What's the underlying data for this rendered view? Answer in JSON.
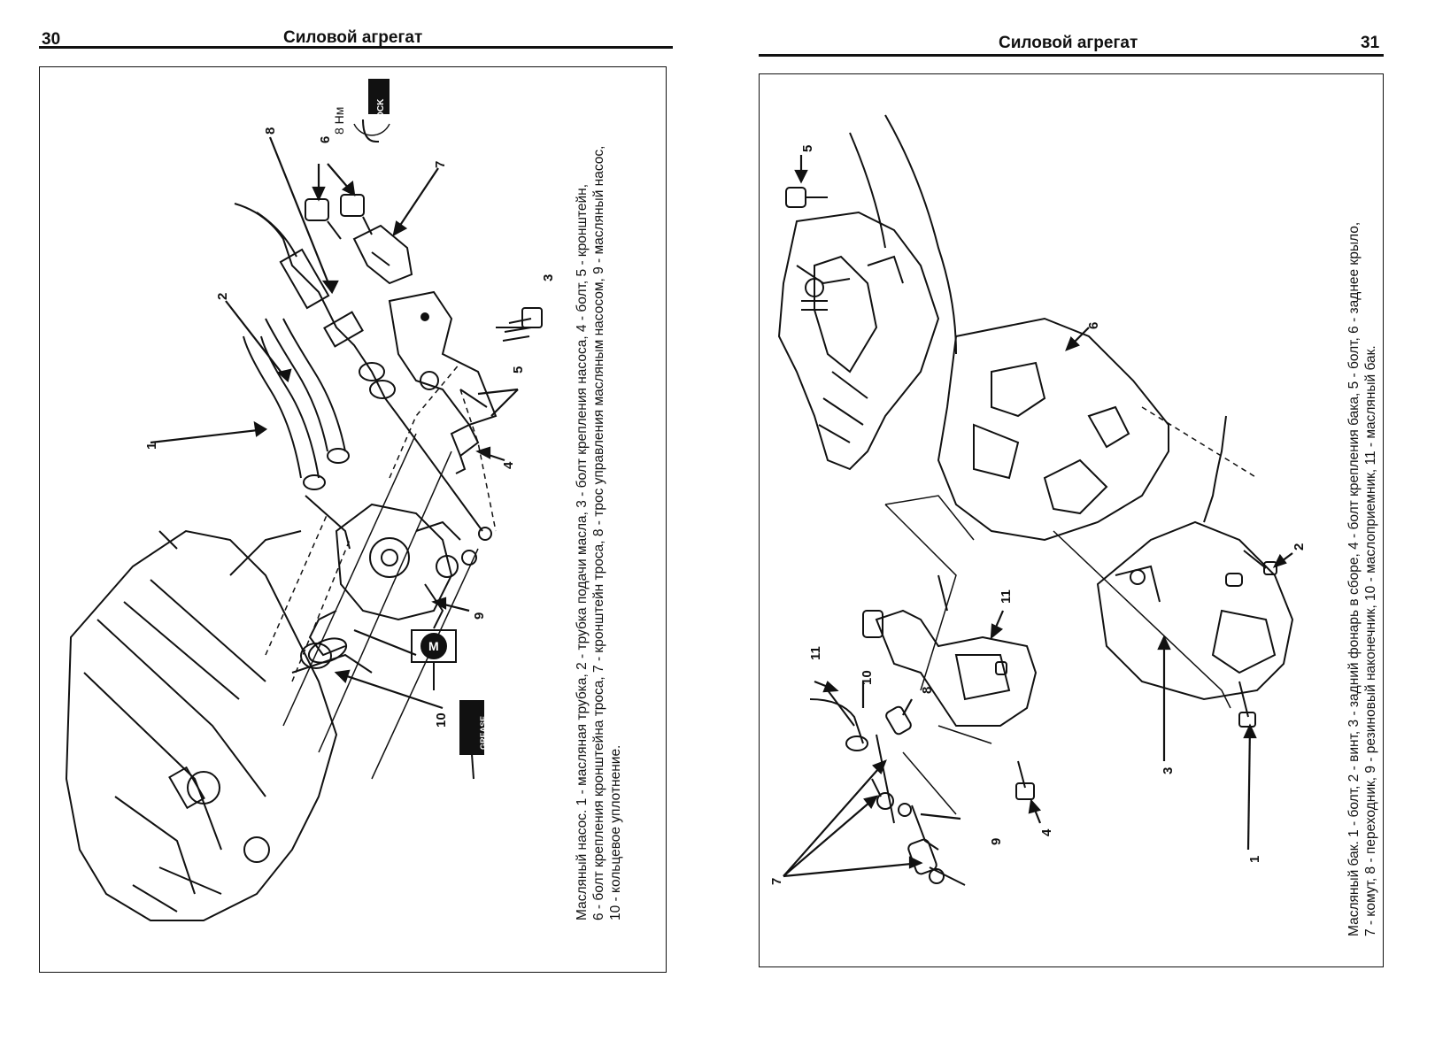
{
  "left_page": {
    "number": "30",
    "header": "Силовой агрегат",
    "caption_lines": [
      "Масляный насос. 1 - масляная трубка, 2 - трубка подачи масла, 3 - болт крепления насоса, 4 - болт, 5 - кронштейн,",
      "6 - болт крепления кронштейна троса, 7 - кронштейн троса, 8 - трос управления масляным насосом, 9 - масляный насос,",
      "10 - кольцевое уплотнение."
    ],
    "callouts": [
      "1",
      "2",
      "3",
      "4",
      "5",
      "6",
      "7",
      "8",
      "9",
      "10"
    ],
    "torque_note": "8 Нм",
    "badges": {
      "lock": "LOCK",
      "motor": "M",
      "grease": "GREASE"
    }
  },
  "right_page": {
    "number": "31",
    "header": "Силовой агрегат",
    "caption_lines": [
      "Масляный бак. 1 - болт, 2 - винт, 3 - задний фонарь в сборе, 4 - болт крепления бака, 5 - болт, 6 - заднее крыло,",
      "7 - комут, 8 - переходник, 9 - резиновый наконечник, 10 - маслоприемник, 11 - масляный бак."
    ],
    "callouts": [
      "1",
      "2",
      "3",
      "4",
      "5",
      "6",
      "7",
      "8",
      "9",
      "10",
      "11",
      "11"
    ]
  }
}
